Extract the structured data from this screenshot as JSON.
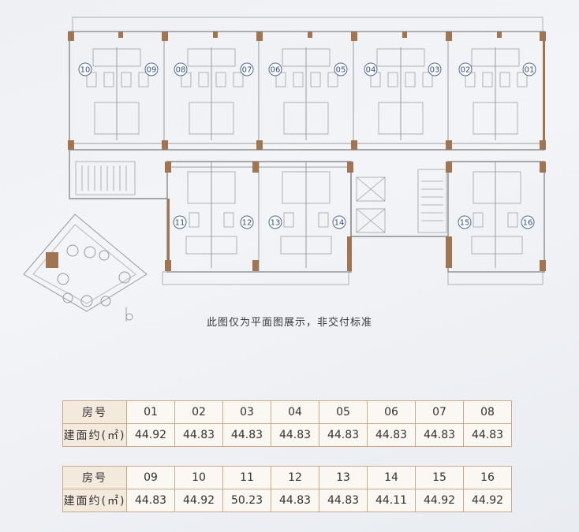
{
  "room_labels": [
    "10",
    "09",
    "08",
    "07",
    "06",
    "05",
    "04",
    "03",
    "02",
    "01",
    "11",
    "12",
    "13",
    "14",
    "15",
    "16"
  ],
  "caption": "此图仅为平面图展示，非交付标准",
  "table1": {
    "header_room": "房号",
    "header_area": "建面约(㎡)",
    "rooms": [
      "01",
      "02",
      "03",
      "04",
      "05",
      "06",
      "07",
      "08"
    ],
    "areas": [
      "44.92",
      "44.83",
      "44.83",
      "44.83",
      "44.83",
      "44.83",
      "44.83",
      "44.83"
    ]
  },
  "table2": {
    "header_room": "房号",
    "header_area": "建面约(㎡)",
    "rooms": [
      "09",
      "10",
      "11",
      "12",
      "13",
      "14",
      "15",
      "16"
    ],
    "areas": [
      "44.83",
      "44.92",
      "50.23",
      "44.83",
      "44.83",
      "44.11",
      "44.92",
      "44.92"
    ]
  },
  "colors": {
    "wall": "#a27552",
    "line": "#8c8c8c",
    "table_border": "#c9a98c"
  }
}
